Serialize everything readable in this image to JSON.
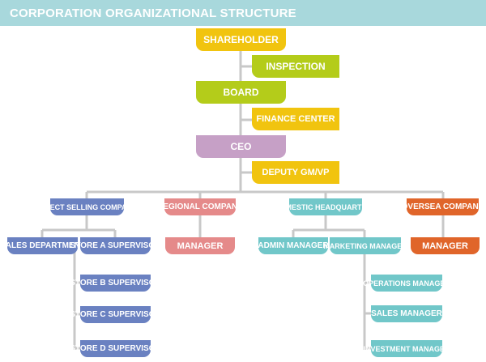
{
  "title": "CORPORATION ORGANIZATIONAL STRUCTURE",
  "nodes": {
    "shareholder": "SHAREHOLDER",
    "inspection": "INSPECTION",
    "board": "BOARD",
    "finance_center": "FINANCE CENTER",
    "ceo": "CEO",
    "deputy": "DEPUTY GM/VP",
    "direct_selling": "DIRECT SELLING COMPANY",
    "regional": "REGIONAL COMPANY",
    "domestic_hq": "DOMESTIC HEADQUARTERS",
    "oversea": "OVERSEA COMPANY",
    "sales_department": "SALES DEPARTMENT",
    "store_a": "STORE A SUPERVISOR",
    "store_b": "STORE B SUPERVISOR",
    "store_c": "STORE C SUPERVISOR",
    "store_d": "STORE D SUPERVISOR",
    "regional_manager": "MANAGER",
    "admin_manager": "ADMIN MANAGER",
    "marketing_manager": "MARKETING MANAGER",
    "operations_manager": "OPERATIONS MANAGER",
    "sales_manager": "SALES MANAGER",
    "investment_manager": "INVESTMENT MANAGER",
    "oversea_manager": "MANAGER"
  },
  "colors": {
    "header": "#a8d8dc",
    "yellow": "#f1c40f",
    "olive": "#b4cc1a",
    "mauve": "#c6a0c6",
    "blue": "#6a81c1",
    "pink": "#e58a8a",
    "teal": "#71c7c9",
    "orange": "#e0652a",
    "connector": "#c8c8c8"
  }
}
